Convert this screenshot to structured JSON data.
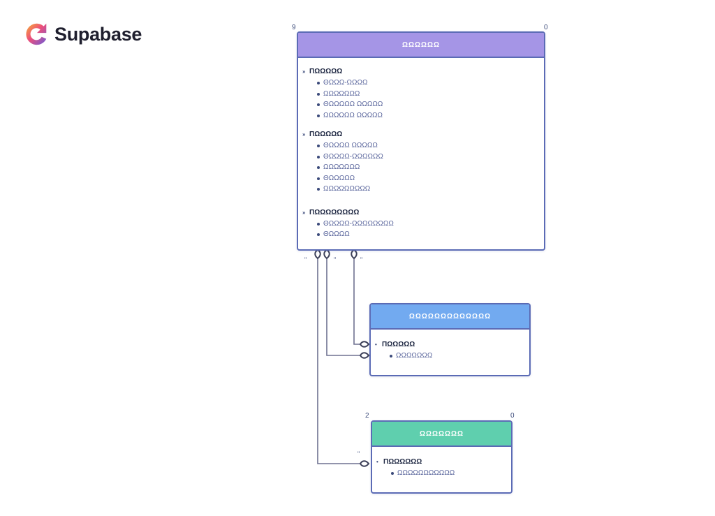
{
  "brand": {
    "name": "Supabase",
    "logo_icon": "supabase-logo-icon"
  },
  "colors": {
    "primary_header": "#a595e6",
    "secondary_header": "#72aaf0",
    "tertiary_header": "#5fcfae",
    "border": "#5b6bb5"
  },
  "tables": {
    "primary": {
      "title": "ΩΩΩΩΩΩ",
      "sections": [
        {
          "title": "ΠΩΩΩΩΩ",
          "fields": [
            "ΘΩΩΩ-ΩΩΩΩ",
            "ΩΩΩΩΩΩΩ",
            "ΘΩΩΩΩΩ ΩΩΩΩΩ",
            "ΩΩΩΩΩΩ ΩΩΩΩΩ"
          ]
        },
        {
          "title": "ΠΩΩΩΩΩ",
          "fields": [
            "ΘΩΩΩΩ ΩΩΩΩΩ",
            "ΘΩΩΩΩ-ΩΩΩΩΩΩ",
            "ΩΩΩΩΩΩΩ",
            "ΘΩΩΩΩΩ",
            "ΩΩΩΩΩΩΩΩΩ"
          ]
        },
        {
          "title": "ΠΩΩΩΩΩΩΩΩ",
          "fields": [
            "ΘΩΩΩΩ-ΩΩΩΩΩΩΩΩ",
            "ΘΩΩΩΩ"
          ]
        }
      ],
      "corner_left": "9",
      "corner_right": "0"
    },
    "secondary": {
      "title": "ΩΩΩΩΩΩΩΩΩΩΩΩΩ",
      "sections": [
        {
          "title": "ΠΩΩΩΩΩ",
          "fields": [
            "ΩΩΩΩΩΩΩ"
          ]
        }
      ]
    },
    "tertiary": {
      "title": "ΩΩΩΩΩΩΩ",
      "sections": [
        {
          "title": "ΠΩΩΩΩΩΩ",
          "fields": [
            "ΩΩΩΩΩΩΩΩΩΩΩ"
          ]
        }
      ],
      "corner_left": "2",
      "corner_right": "0"
    }
  },
  "connector_labels": {
    "left": "ʺ",
    "middle": "ʺ",
    "right": "ʺ",
    "tertiary": "ʺ"
  }
}
